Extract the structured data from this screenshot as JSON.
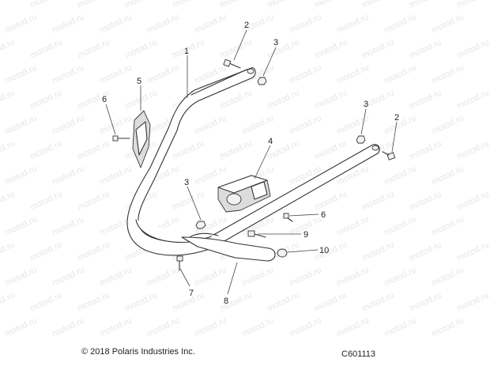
{
  "watermark": "motod.ru",
  "callouts": {
    "c1": "1",
    "c2a": "2",
    "c2b": "2",
    "c3a": "3",
    "c3b": "3",
    "c3c": "3",
    "c4": "4",
    "c5": "5",
    "c6a": "6",
    "c6b": "6",
    "c7": "7",
    "c8": "8",
    "c9": "9",
    "c10": "10"
  },
  "footer": {
    "copyright": "© 2018 Polaris Industries Inc.",
    "figure_code": "C601113"
  }
}
